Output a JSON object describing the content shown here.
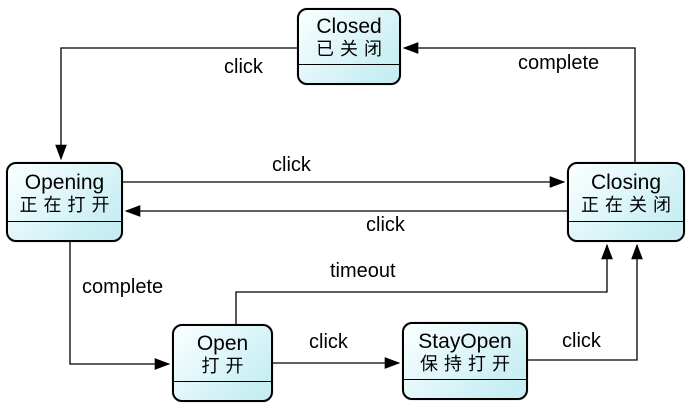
{
  "diagram": {
    "type": "uml-state-machine",
    "background": "#ffffff",
    "colors": {
      "state_fill_light": "#fbffff",
      "state_fill_cyan": "#c3ecf1",
      "state_border": "#000000",
      "edge_line": "#000000",
      "label_text": "#000000"
    },
    "states": [
      {
        "id": "closed",
        "name": "Closed",
        "name_zh": "已关闭"
      },
      {
        "id": "opening",
        "name": "Opening",
        "name_zh": "正在打开"
      },
      {
        "id": "closing",
        "name": "Closing",
        "name_zh": "正在关闭"
      },
      {
        "id": "open",
        "name": "Open",
        "name_zh": "打开"
      },
      {
        "id": "stayopen",
        "name": "StayOpen",
        "name_zh": "保持打开"
      }
    ],
    "transitions": [
      {
        "from": "Closed",
        "to": "Opening",
        "label": "click"
      },
      {
        "from": "Closing",
        "to": "Closed",
        "label": "complete"
      },
      {
        "from": "Opening",
        "to": "Closing",
        "label": "click"
      },
      {
        "from": "Closing",
        "to": "Opening",
        "label": "click"
      },
      {
        "from": "Opening",
        "to": "Open",
        "label": "complete"
      },
      {
        "from": "Open",
        "to": "StayOpen",
        "label": "click"
      },
      {
        "from": "Open",
        "to": "Closing",
        "label": "timeout"
      },
      {
        "from": "StayOpen",
        "to": "Closing",
        "label": "click"
      }
    ]
  }
}
